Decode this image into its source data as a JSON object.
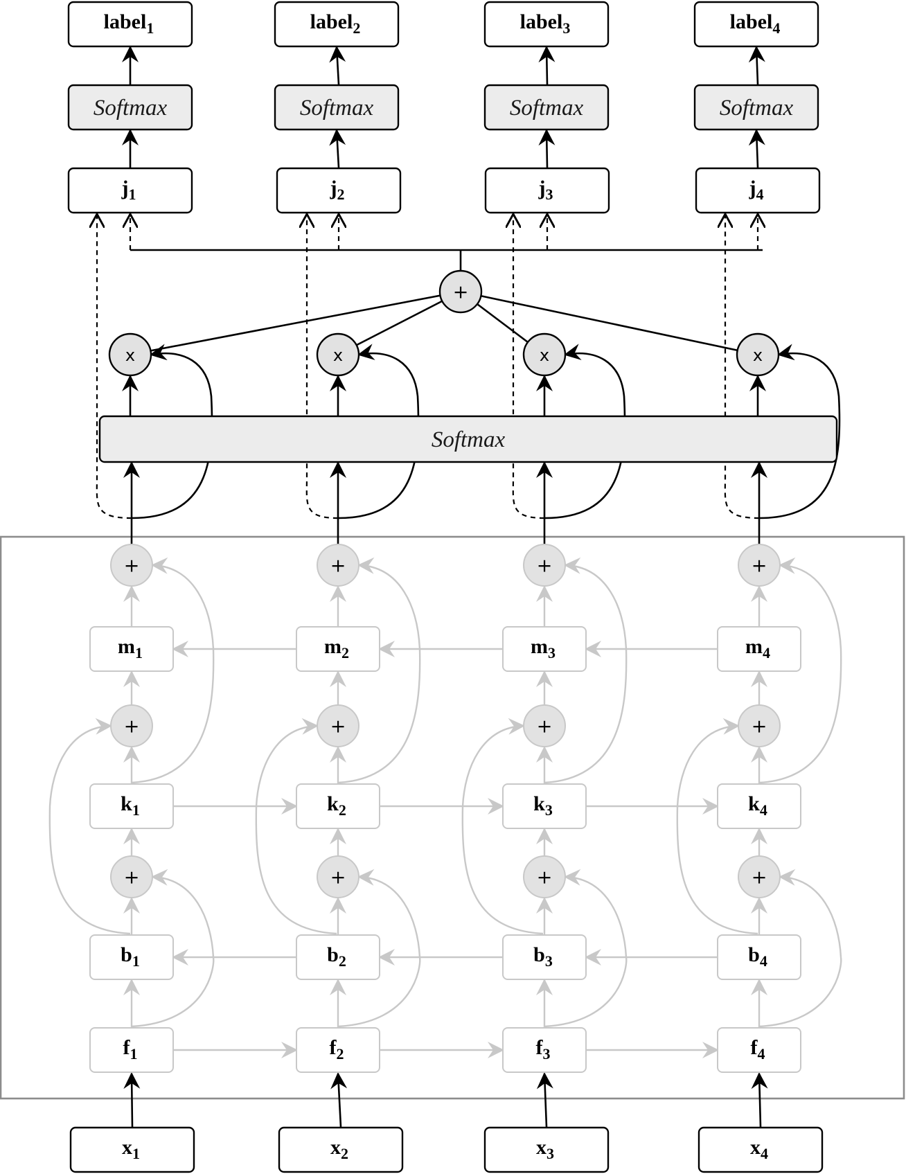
{
  "outputs": {
    "labels": [
      {
        "main": "label",
        "sub": "1"
      },
      {
        "main": "label",
        "sub": "2"
      },
      {
        "main": "label",
        "sub": "3"
      },
      {
        "main": "label",
        "sub": "4"
      }
    ],
    "softmax_label": "Softmax",
    "joint_nodes": [
      {
        "main": "j",
        "sub": "1"
      },
      {
        "main": "j",
        "sub": "2"
      },
      {
        "main": "j",
        "sub": "3"
      },
      {
        "main": "j",
        "sub": "4"
      }
    ]
  },
  "attention": {
    "sum_symbol": "+",
    "mult_symbol": "x",
    "softmax_label": "Softmax"
  },
  "encoder": {
    "add_symbol": "+",
    "m_nodes": [
      {
        "main": "m",
        "sub": "1"
      },
      {
        "main": "m",
        "sub": "2"
      },
      {
        "main": "m",
        "sub": "3"
      },
      {
        "main": "m",
        "sub": "4"
      }
    ],
    "k_nodes": [
      {
        "main": "k",
        "sub": "1"
      },
      {
        "main": "k",
        "sub": "2"
      },
      {
        "main": "k",
        "sub": "3"
      },
      {
        "main": "k",
        "sub": "4"
      }
    ],
    "b_nodes": [
      {
        "main": "b",
        "sub": "1"
      },
      {
        "main": "b",
        "sub": "2"
      },
      {
        "main": "b",
        "sub": "3"
      },
      {
        "main": "b",
        "sub": "4"
      }
    ],
    "f_nodes": [
      {
        "main": "f",
        "sub": "1"
      },
      {
        "main": "f",
        "sub": "2"
      },
      {
        "main": "f",
        "sub": "3"
      },
      {
        "main": "f",
        "sub": "4"
      }
    ]
  },
  "inputs": [
    {
      "main": "x",
      "sub": "1"
    },
    {
      "main": "x",
      "sub": "2"
    },
    {
      "main": "x",
      "sub": "3"
    },
    {
      "main": "x",
      "sub": "4"
    }
  ],
  "colors": {
    "active": "#000000",
    "inactive": "#c8c8c8",
    "fill_grey": "#ececec"
  }
}
